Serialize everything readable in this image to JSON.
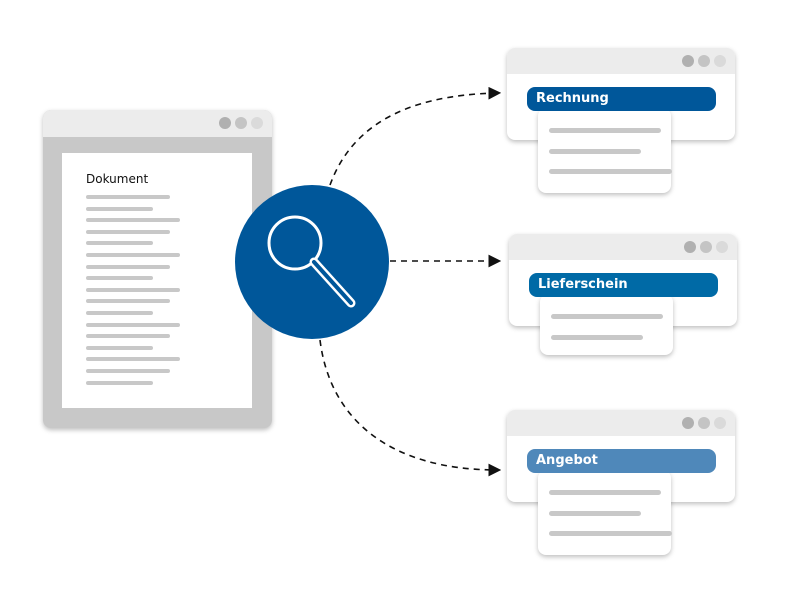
{
  "document": {
    "title": "Dokument",
    "line_count": 17
  },
  "categories": [
    {
      "label": "Rechnung",
      "color": "#00579a",
      "lines": 3
    },
    {
      "label": "Lieferschein",
      "color": "#006aa6",
      "lines": 2
    },
    {
      "label": "Angebot",
      "color": "#4f88ba",
      "lines": 3
    }
  ],
  "colors": {
    "magnifier": "#00579a",
    "frame": "#c8c8c8"
  }
}
